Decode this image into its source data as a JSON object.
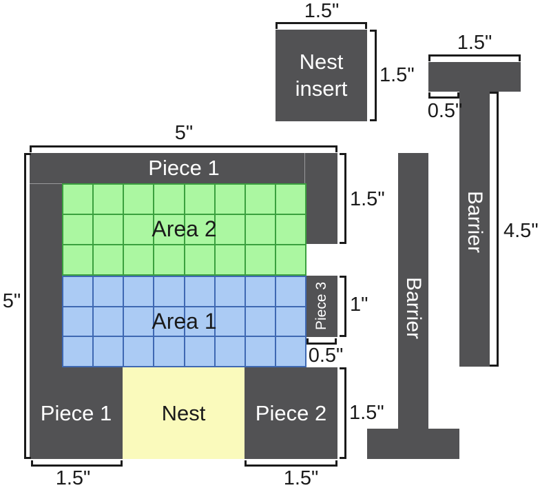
{
  "nest_insert": {
    "label": "Nest insert",
    "width_dim": "1.5\"",
    "height_dim": "1.5\""
  },
  "t_barrier": {
    "label": "Barrier",
    "top_width_dim": "1.5\"",
    "overhang_dim": "0.5\"",
    "height_dim": "4.5\""
  },
  "standing_barrier": {
    "label": "Barrier"
  },
  "arena": {
    "top_piece_label": "Piece 1",
    "bottom_left_piece_label": "Piece 1",
    "bottom_right_piece_label": "Piece 2",
    "side_piece_label": "Piece 3",
    "area_top_label": "Area 2",
    "area_bottom_label": "Area 1",
    "nest_label": "Nest",
    "grid": {
      "cols": 8,
      "rows": 3
    },
    "dims": {
      "top_width": "5\"",
      "left_height": "5\"",
      "right_top": "1.5\"",
      "side_piece_height": "1\"",
      "side_piece_width": "0.5\"",
      "right_bottom": "1.5\"",
      "bottom_left": "1.5\"",
      "bottom_right": "1.5\""
    }
  },
  "colors": {
    "piece_fill": "#525254",
    "area2_fill": "#abf7a1",
    "area2_line": "#3aa03e",
    "area1_fill": "#abcbf4",
    "area1_line": "#3e68b2",
    "nest_fill": "#fafabc",
    "dimension_line": "#1a1a1a",
    "label_on_dark": "#ffffff"
  }
}
